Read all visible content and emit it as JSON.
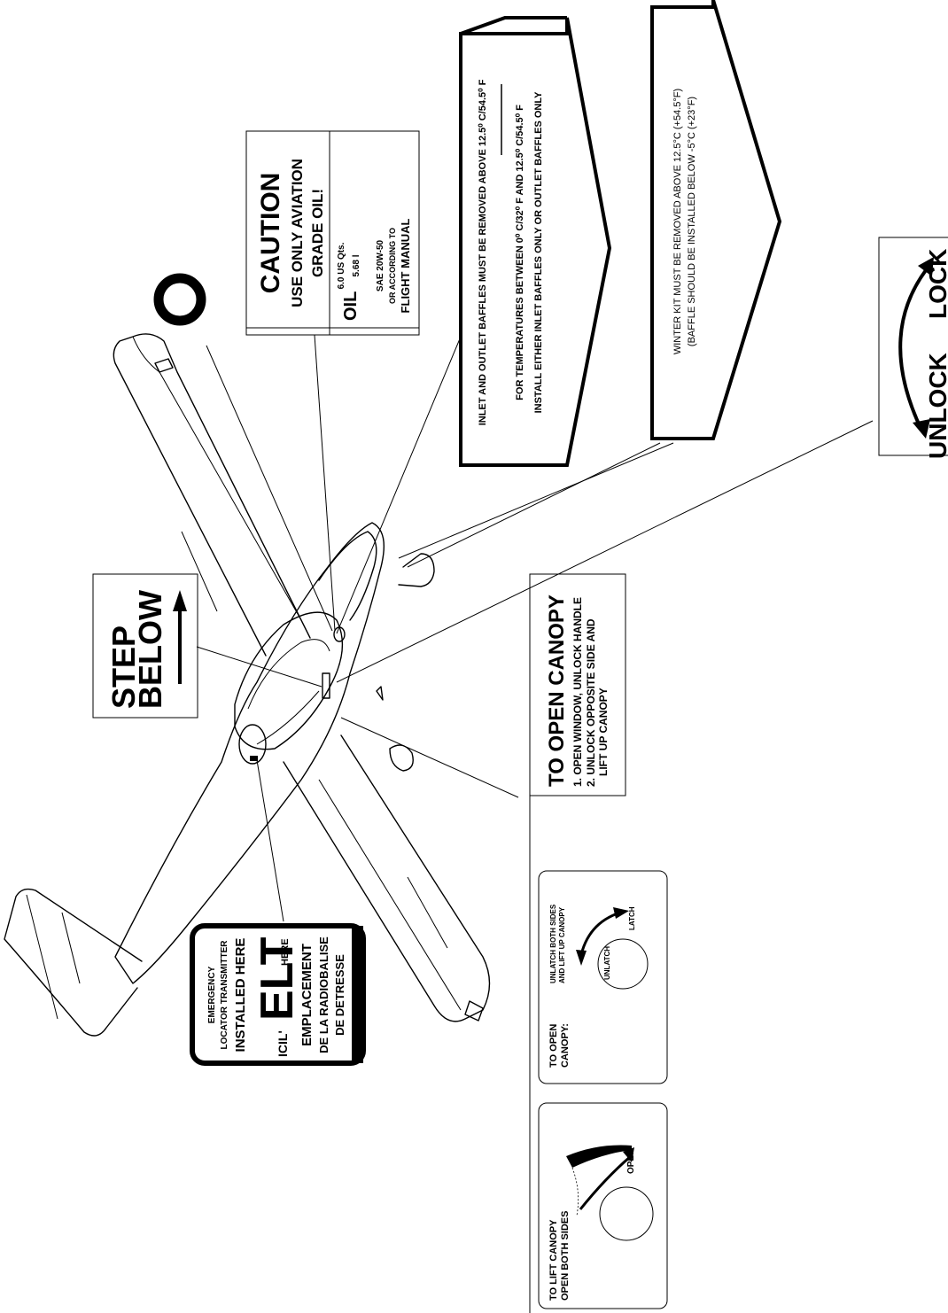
{
  "labels": {
    "caution": {
      "title": "CAUTION",
      "line1": "USE ONLY AVIATION",
      "line2": "GRADE OIL!",
      "oil_label": "OIL",
      "qty_us": "6.0 US Qts.",
      "qty_l": "5.68 l",
      "grade": "SAE 20W-50",
      "or_according": "OR ACCORDING TO",
      "manual": "FLIGHT MANUAL"
    },
    "baffles": {
      "line1": "INLET AND OUTLET BAFFLES MUST BE REMOVED ABOVE 12.5⁰ C/54.5⁰ F",
      "line2": "FOR TEMPERATURES BETWEEN 0⁰ C/32⁰ F AND 12.5⁰ C/54.5⁰ F",
      "line3": "INSTALL EITHER INLET BAFFLES ONLY OR OUTLET BAFFLES ONLY"
    },
    "winter_kit": {
      "line1": "WINTER KIT MUST BE REMOVED ABOVE 12.5°C (+54.5°F)",
      "line2": "(BAFFLE SHOULD BE INSTALLED BELOW -5°C (+23°F)"
    },
    "step": {
      "line1": "STEP",
      "line2": "BELOW"
    },
    "open_canopy": {
      "title": "TO OPEN CANOPY",
      "step1": "1. OPEN WINDOW, UNLOCK HANDLE",
      "step2": "2. UNLOCK OPPOSITE SIDE AND",
      "step3": "LIFT UP CANOPY"
    },
    "unlatch": {
      "heading1": "TO OPEN",
      "heading2": "CANOPY:",
      "instr1": "UNLATCH BOTH SIDES",
      "instr2": "AND LIFT UP CANOPY",
      "unlatch": "UNLATCH",
      "latch": "LATCH"
    },
    "lift": {
      "line1": "TO LIFT CANOPY",
      "line2": "OPEN BOTH SIDES",
      "open": "OPEN"
    },
    "elt": {
      "l1": "EMERGENCY",
      "l2": "LOCATOR TRANSMITTER",
      "l3": "INSTALLED HERE",
      "icil": "ICIL'",
      "big": "ELT",
      "here": "HERE",
      "l5": "EMPLACEMENT",
      "l6": "DE LA RADIOBALISE",
      "l7": "DE DETRESSE"
    },
    "lock": {
      "unlock": "UNLOCK",
      "lock": "LOCK"
    }
  }
}
